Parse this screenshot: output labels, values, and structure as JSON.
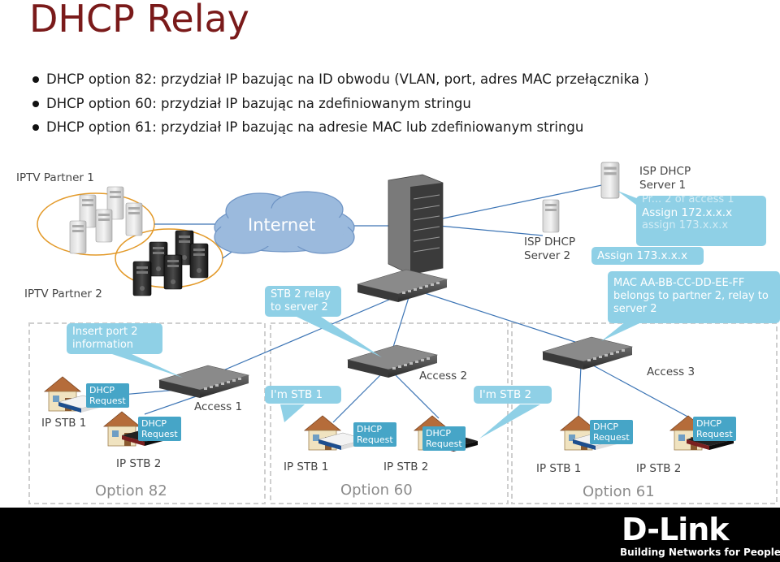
{
  "title": "DHCP Relay",
  "bullets": [
    "DHCP option 82: przydział IP bazując na ID obwodu (VLAN, port, adres MAC przełącznika )",
    "DHCP option 60: przydział IP bazując na zdefiniowanym stringu",
    "DHCP option 61: przydział IP bazując na adresie MAC lub zdefiniowanym stringu"
  ],
  "diagram": {
    "iptv_partner_1": "IPTV Partner 1",
    "iptv_partner_2": "IPTV Partner 2",
    "internet": "Internet",
    "isp_server_1": [
      "ISP DHCP",
      "Server 1"
    ],
    "isp_server_2": [
      "ISP DHCP",
      "Server 2"
    ],
    "callout_server_back": "Pr... 2 of access 1",
    "callout_server_assign172": "Assign 172.x.x.x",
    "callout_server_assign173b": "assign 173.x.x.x",
    "callout_server_assign173": "Assign 173.x.x.x",
    "callout_stb2_relay": [
      "STB 2 relay",
      "to server 2"
    ],
    "callout_mac": [
      "MAC AA-BB-CC-DD-EE-FF",
      "belongs to partner 2, relay to",
      "server 2"
    ],
    "callout_insert_port": [
      "Insert port 2",
      "information"
    ],
    "callout_im_stb1": "I'm STB 1",
    "callout_im_stb2": "I'm STB 2",
    "dhcp_request": [
      "DHCP",
      "Request"
    ],
    "access_1": "Access 1",
    "access_2": "Access 2",
    "access_3": "Access 3",
    "ip_stb_1": "IP STB 1",
    "ip_stb_2": "IP STB 2",
    "option_82": "Option 82",
    "option_60": "Option 60",
    "option_61": "Option 61"
  },
  "footer": {
    "logo": "D-Link",
    "tagline": "Building Networks for People"
  }
}
